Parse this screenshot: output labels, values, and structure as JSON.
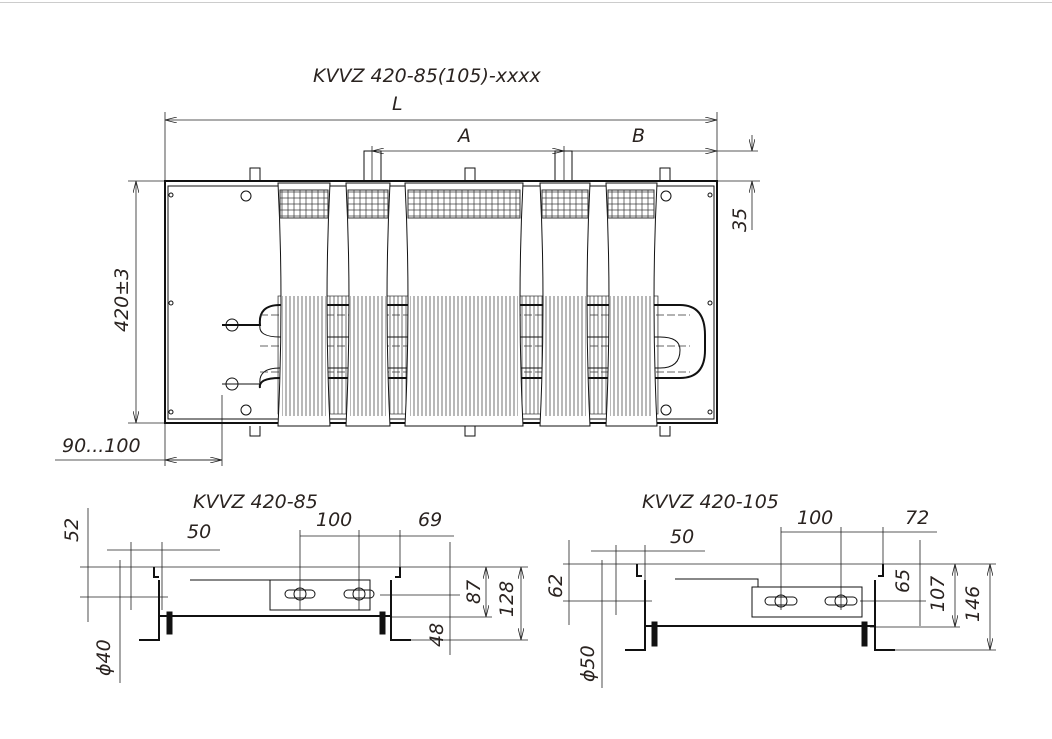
{
  "plan_view": {
    "title": "KVVZ 420-85(105)-xxxx",
    "dim_length": "L",
    "dim_a": "A",
    "dim_b": "B",
    "dim_height": "420±3",
    "dim_top": "35",
    "dim_offset": "90...100"
  },
  "section_85": {
    "title": "KVVZ 420-85",
    "dim_50": "50",
    "dim_100": "100",
    "dim_right": "69",
    "dim_left": "52",
    "dim_pipe": "ϕ40",
    "dim_87": "87",
    "dim_128": "128",
    "dim_48": "48"
  },
  "section_105": {
    "title": "KVVZ 420-105",
    "dim_50": "50",
    "dim_100": "100",
    "dim_right": "72",
    "dim_left": "62",
    "dim_pipe": "ϕ50",
    "dim_65": "65",
    "dim_107": "107",
    "dim_146": "146"
  }
}
